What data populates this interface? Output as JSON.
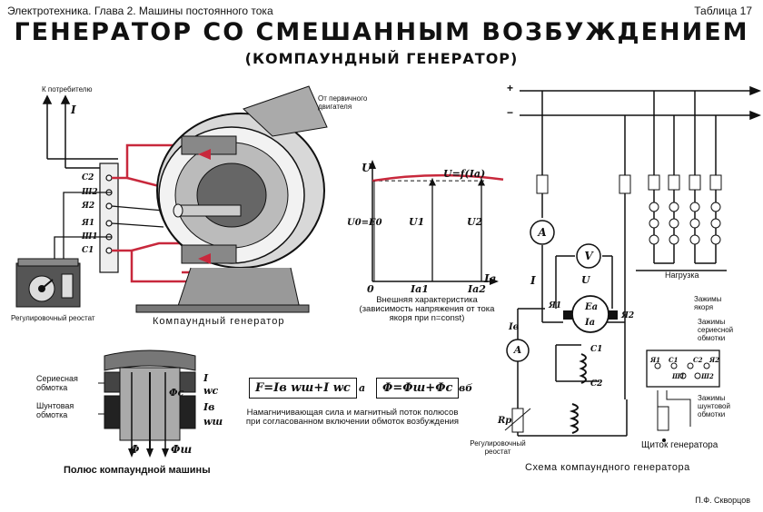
{
  "header": {
    "left": "Электротехника. Глава 2. Машины постоянного тока",
    "right": "Таблица 17"
  },
  "title": "ГЕНЕРАТОР СО СМЕШАННЫМ ВОЗБУЖДЕНИЕМ",
  "subtitle": "(КОМПАУНДНЫЙ ГЕНЕРАТОР)",
  "generator": {
    "to_consumer": "К потребителю",
    "current": "I",
    "from_engine": "От первичного двигателя",
    "terminals": [
      "C2",
      "Ш2",
      "Я2",
      "Я1",
      "Ш1",
      "C1"
    ],
    "rheostat": "Регулировочный реостат",
    "caption": "Компаундный генератор"
  },
  "characteristic": {
    "y_axis": "U",
    "x_axis": "Ia",
    "curve_label": "U=f(Ia)",
    "origin": "0",
    "u0": "U0=E0",
    "u1": "U1",
    "u2": "U2",
    "ia1": "Ia1",
    "ia2": "Ia2",
    "caption": "Внешняя характеристика (зависимость напряжения от тока якоря при n=const)"
  },
  "chart_data": {
    "type": "line",
    "xlabel": "Ia",
    "ylabel": "U",
    "series": [
      {
        "name": "U=f(Ia)",
        "x": [
          0,
          0.55,
          1
        ],
        "y": [
          0.84,
          0.89,
          0.87
        ]
      }
    ],
    "reference": {
      "label": "U0=E0",
      "y": 0.84
    },
    "markers": [
      {
        "label": "Ia1",
        "x": 0.55,
        "u_label": "U1"
      },
      {
        "label": "Ia2",
        "x": 1.0,
        "u_label": "U2"
      }
    ]
  },
  "pole": {
    "series_winding": "Сериесная обмотка",
    "shunt_winding": "Шунтовая обмотка",
    "labels": [
      "I",
      "wc",
      "Iв",
      "wш",
      "Φc",
      "Φ",
      "Φш"
    ],
    "caption": "Полюс компаундной машины"
  },
  "formulas": {
    "f1": "F=Iв wш+I wс",
    "f1_tag": "a",
    "f2": "Φ=Φш+Φс",
    "f2_tag": "вб",
    "note": "Намагничивающая сила и магнитный поток полюсов при согласованном включении обмоток возбуждения"
  },
  "schematic": {
    "plus": "+",
    "minus": "−",
    "ammeter": "A",
    "voltmeter": "V",
    "I": "I",
    "U": "U",
    "Ea": "Ea",
    "Ia": "Ia",
    "Iv": "Iв",
    "Ya1": "Я1",
    "Ya2": "Я2",
    "C1": "C1",
    "C2": "C2",
    "Rp": "Rр",
    "load": "Нагрузка",
    "rheostat": "Регулировочный реостат",
    "caption": "Схема компаундного генератора"
  },
  "shield": {
    "armature": "Зажимы якоря",
    "series": "Зажимы сериесной обмотки",
    "shunt": "Зажимы шунтовой обмотки",
    "terminals": [
      "Я1",
      "C1",
      "C2",
      "Я2",
      "Ш1",
      "Ш2"
    ],
    "caption": "Щиток генератора"
  },
  "author": "П.Ф. Скворцов",
  "colors": {
    "red": "#c8283c",
    "ink": "#111111"
  }
}
